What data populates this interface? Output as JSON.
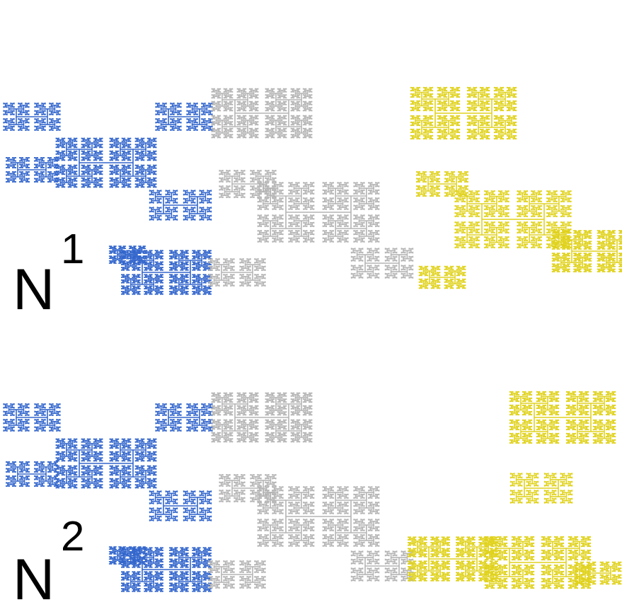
{
  "diagram": {
    "labels": [
      "N",
      "1",
      "N",
      "2"
    ]
  }
}
